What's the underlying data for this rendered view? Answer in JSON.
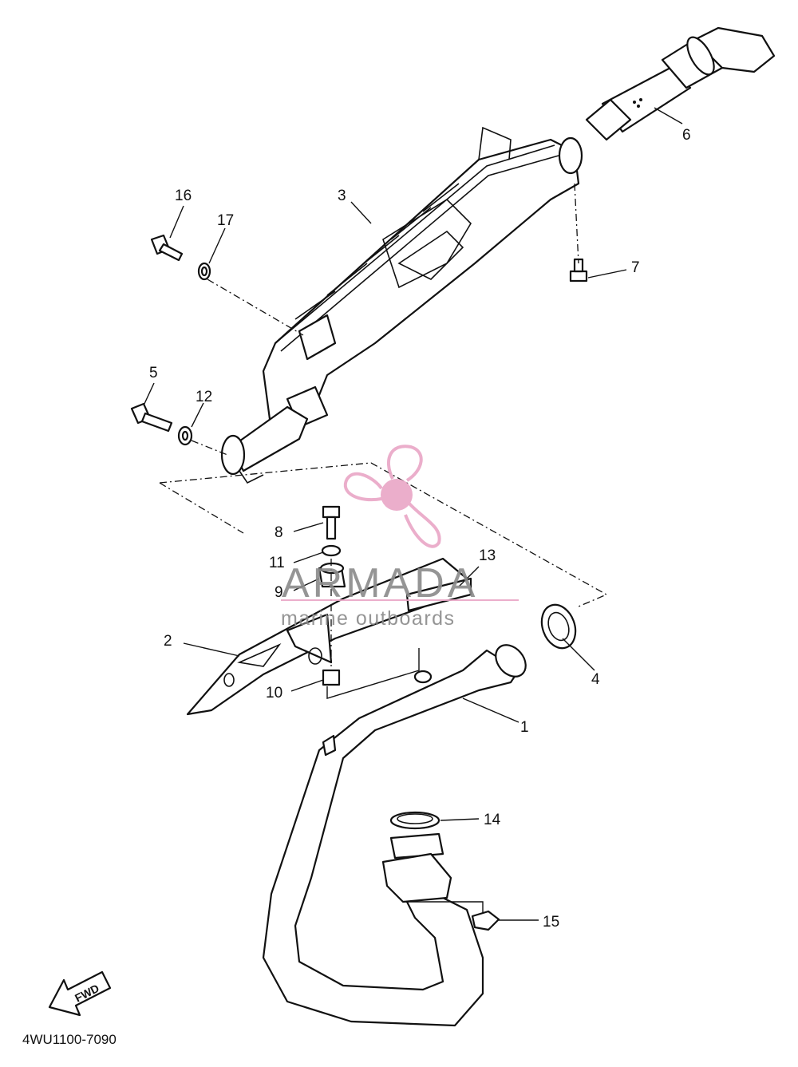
{
  "diagram": {
    "part_code": "4WU1100-7090",
    "fwd_arrow_label": "FWD",
    "callouts": [
      {
        "id": "c1",
        "label": "1"
      },
      {
        "id": "c2",
        "label": "2"
      },
      {
        "id": "c3",
        "label": "3"
      },
      {
        "id": "c4",
        "label": "4"
      },
      {
        "id": "c5",
        "label": "5"
      },
      {
        "id": "c6",
        "label": "6"
      },
      {
        "id": "c7",
        "label": "7"
      },
      {
        "id": "c8",
        "label": "8"
      },
      {
        "id": "c9",
        "label": "9"
      },
      {
        "id": "c10",
        "label": "10"
      },
      {
        "id": "c11",
        "label": "11"
      },
      {
        "id": "c12",
        "label": "12"
      },
      {
        "id": "c13",
        "label": "13"
      },
      {
        "id": "c14",
        "label": "14"
      },
      {
        "id": "c15",
        "label": "15"
      },
      {
        "id": "c16",
        "label": "16"
      },
      {
        "id": "c17",
        "label": "17"
      }
    ]
  },
  "watermark": {
    "title": "ARMADA",
    "subtitle": "marine outboards",
    "color": "#e9a6c6"
  }
}
